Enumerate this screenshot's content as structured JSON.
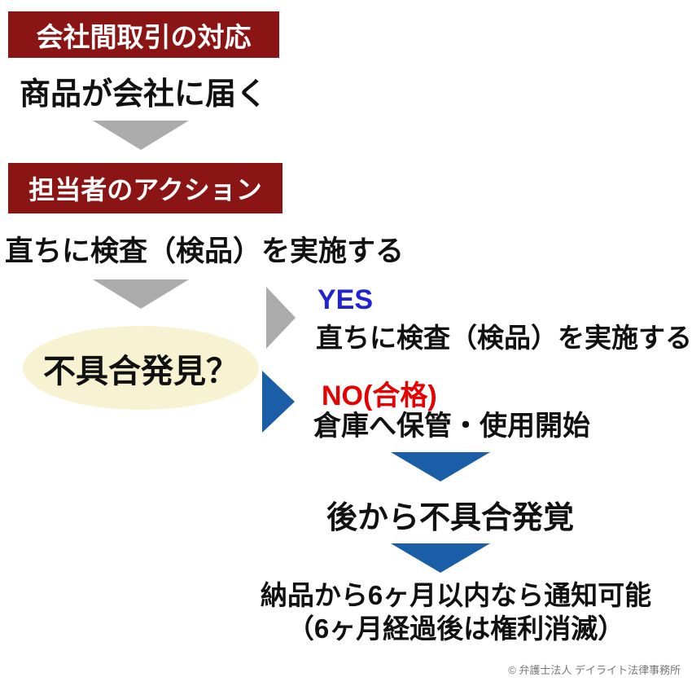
{
  "flow": {
    "title_box": "会社間取引の対応",
    "arrival_step": "商品が会社に届く",
    "action_header": "担当者のアクション",
    "inspect_step": "直ちに検査（検品）を実施する",
    "decision": {
      "question": "不具合発見？"
    },
    "branches": {
      "yes": {
        "label": "YES",
        "action": "直ちに検査（検品）を実施する"
      },
      "no": {
        "label": "NO(合格)",
        "action": "倉庫へ保管・使用開始"
      }
    },
    "followup": {
      "late_defect": "後から不具合発覚",
      "notice_line1": "納品から6ヶ月以内なら通知可能",
      "notice_line2": "（6ヶ月経過後は権利消滅）"
    }
  },
  "footer": {
    "copyright": "© 弁護士法人 デイライト法律事務所"
  },
  "colors": {
    "header_bg": "#8B1414",
    "header_text": "#FFFFFF",
    "body_text": "#111111",
    "arrow_gray": "#ABABAB",
    "arrow_blue": "#1B5EA8",
    "yes_label": "#2222D5",
    "no_label": "#E60000",
    "decision_fill": "#F7F3D2",
    "copyright_text": "#777777"
  }
}
